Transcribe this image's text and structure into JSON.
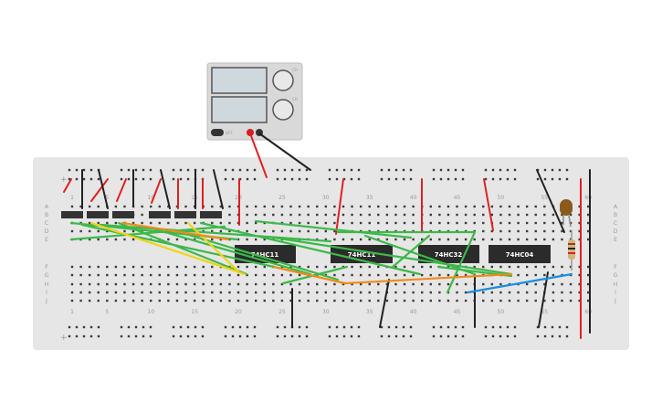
{
  "power_supply": {
    "labels": {
      "top_right_1": "CH",
      "top_right_2": "CH",
      "bottom_left": "OFF"
    }
  },
  "breadboard": {
    "row_letters_top": [
      "A",
      "B",
      "C",
      "D",
      "E"
    ],
    "row_letters_bottom": [
      "F",
      "G",
      "H",
      "I",
      "J"
    ],
    "column_numbers": [
      "1",
      "5",
      "10",
      "15",
      "20",
      "25",
      "30",
      "35",
      "40",
      "45",
      "50",
      "55",
      "60"
    ],
    "rail_plus": "+",
    "rail_minus": "−"
  },
  "chips": [
    {
      "label": "74HC11"
    },
    {
      "label": "74HC11"
    },
    {
      "label": "74HC32"
    },
    {
      "label": "74HC04"
    }
  ],
  "colors": {
    "board": "#e6e6e6",
    "hole": "#3a3a3a",
    "wire_red": "#e02020",
    "wire_black": "#222222",
    "wire_green": "#3db84a",
    "wire_yellow": "#f2d21a",
    "wire_orange": "#f08a1a",
    "wire_blue": "#1a8ee0",
    "chip": "#2b2b2b",
    "led": "#8b5a1b"
  }
}
